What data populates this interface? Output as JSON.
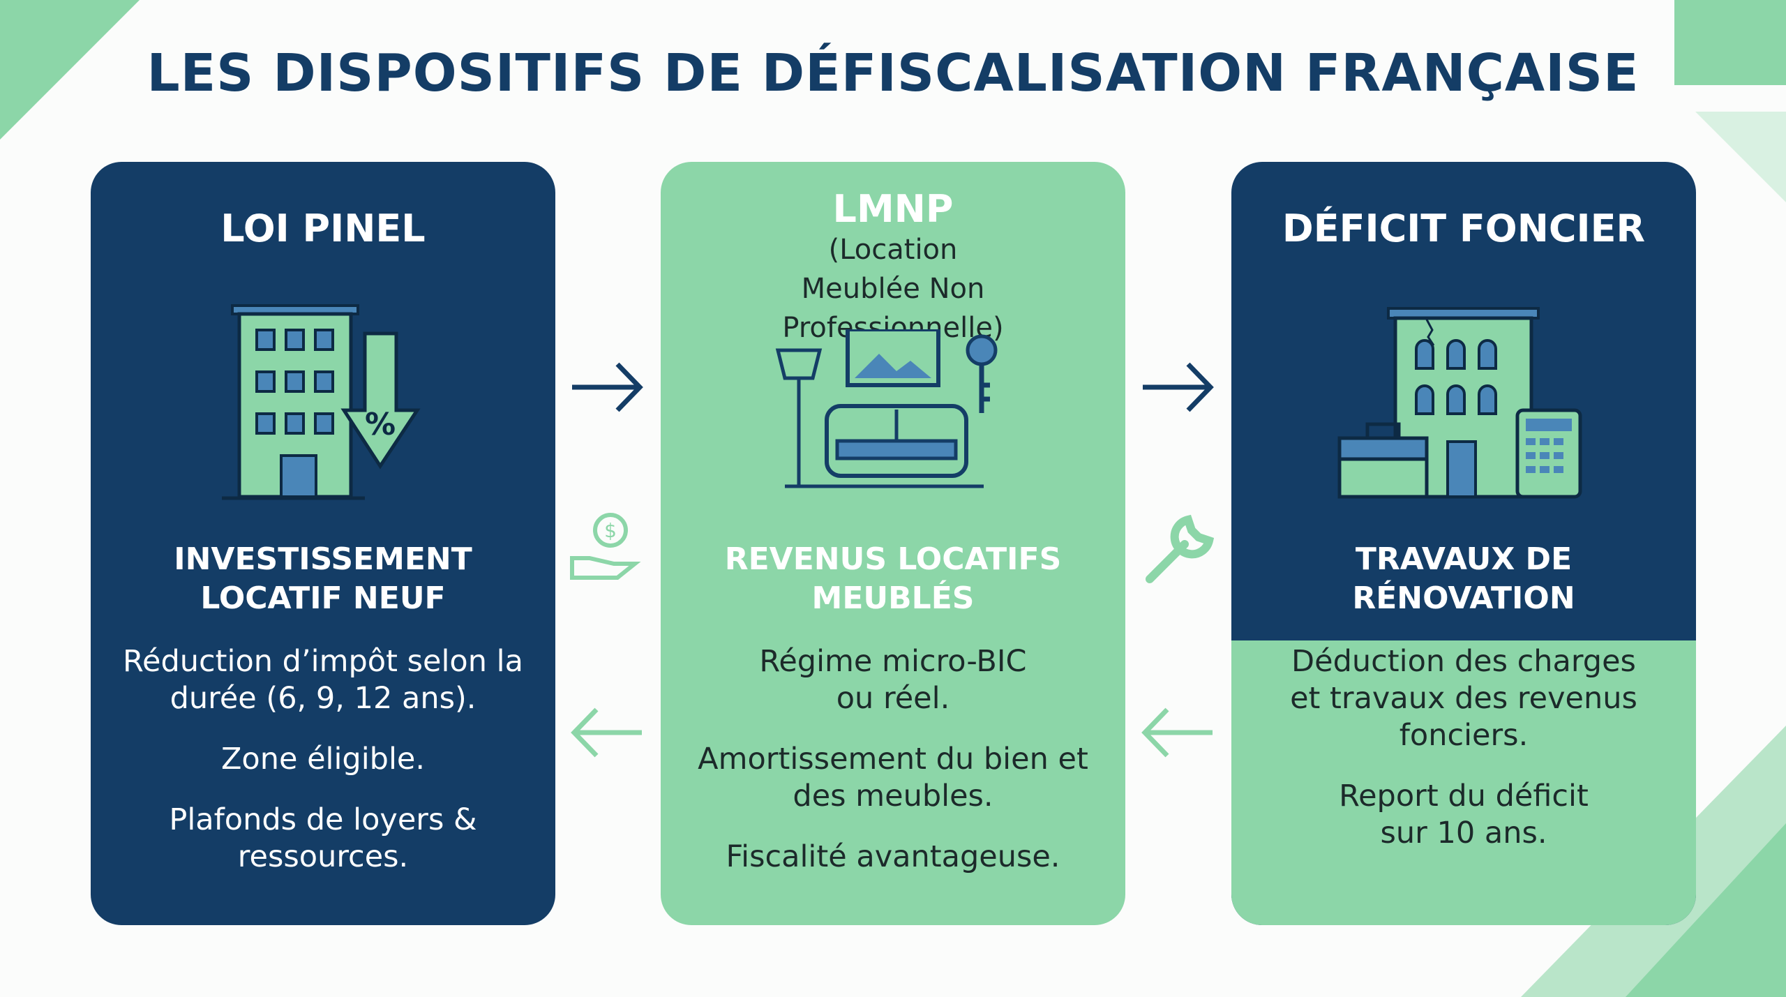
{
  "title": "LES DISPOSITIFS DE DÉFISCALISATION FRANÇAISE",
  "cards": [
    {
      "heading": "LOI PINEL",
      "subtitle": [
        "INVESTISSEMENT",
        "LOCATIF NEUF"
      ],
      "paragraphs": [
        "Réduction d’impôt selon la durée (6, 9, 12 ans).",
        "Zone éligible.",
        "Plafonds de loyers & ressources."
      ],
      "icon": "building-percent-down-icon"
    },
    {
      "heading": "LMNP",
      "subheading": "(Location Meublée Non Professionnelle)",
      "subtitle": [
        "REVENUS LOCATIFS",
        "MEUBLÉS"
      ],
      "paragraphs": [
        "Régime micro-BIC ou réel.",
        "Amortissement du bien et des meubles.",
        "Fiscalité avantageuse."
      ],
      "icon": "furnished-room-key-icon"
    },
    {
      "heading": "DÉFICIT FONCIER",
      "subtitle": [
        "TRAVAUX DE",
        "RÉNOVATION"
      ],
      "paragraphs": [
        "Déduction des charges et travaux des revenus fonciers.",
        "Report du déficit sur 10 ans."
      ],
      "icon": "cracked-building-toolbox-calculator-icon"
    }
  ],
  "colors": {
    "navy": "#143d66",
    "green": "#8cd6a8",
    "accent": "#5fc48a"
  }
}
